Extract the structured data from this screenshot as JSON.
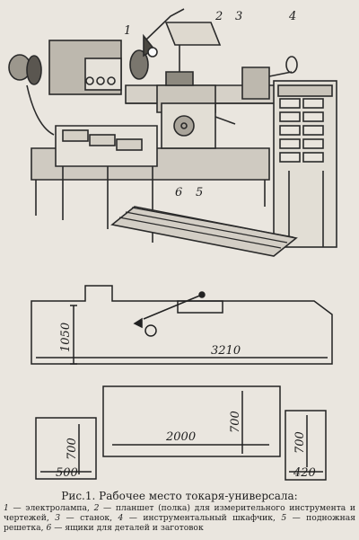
{
  "illustration": {
    "callouts": [
      "1",
      "2",
      "3",
      "4",
      "5",
      "6"
    ]
  },
  "plan": {
    "dims": {
      "height": "1050",
      "length": "3210",
      "mid_width": "2000",
      "mid_depth": "700",
      "left_depth": "700",
      "left_width": "500",
      "right_depth": "700",
      "right_width": "420"
    }
  },
  "caption": {
    "title": "Рис.1. Рабочее место токаря-универсала:",
    "items": [
      {
        "num": "1",
        "text": " — электролампа, "
      },
      {
        "num": "2",
        "text": " — планшет (полка) для измерительного инструмента и чертежей, "
      },
      {
        "num": "3",
        "text": " — станок, "
      },
      {
        "num": "4",
        "text": " — инструментальный шкафчик, "
      },
      {
        "num": "5",
        "text": " — подножная решетка, "
      },
      {
        "num": "6",
        "text": " — ящики для деталей и заготовок"
      }
    ]
  }
}
